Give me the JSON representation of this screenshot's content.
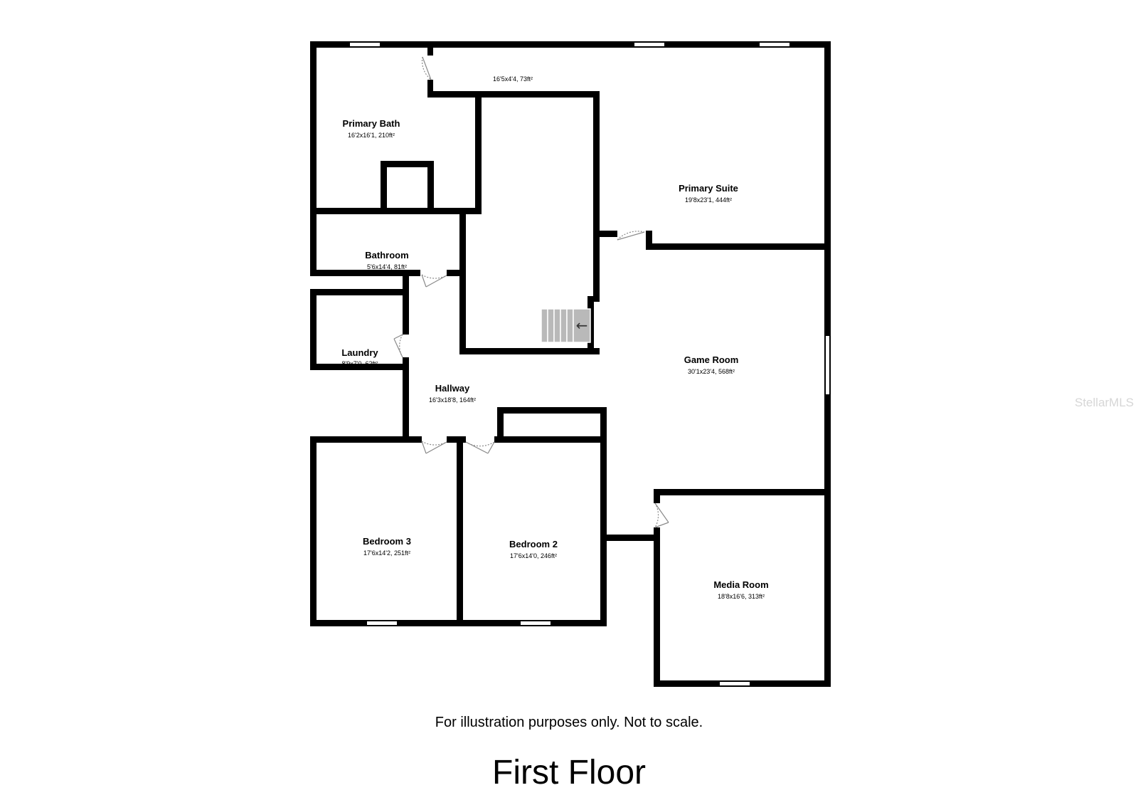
{
  "plan": {
    "rooms": [
      {
        "id": "closet",
        "name": "",
        "dims": "16'5x4'4, 73ft²"
      },
      {
        "id": "primary-bath",
        "name": "Primary Bath",
        "dims": "16'2x16'1, 210ft²"
      },
      {
        "id": "primary-suite",
        "name": "Primary Suite",
        "dims": "19'8x23'1, 444ft²"
      },
      {
        "id": "bathroom",
        "name": "Bathroom",
        "dims": "5'6x14'4, 81ft²"
      },
      {
        "id": "laundry",
        "name": "Laundry",
        "dims": "8'9x7'0, 62ft²"
      },
      {
        "id": "game-room",
        "name": "Game Room",
        "dims": "30'1x23'4, 568ft²"
      },
      {
        "id": "hallway",
        "name": "Hallway",
        "dims": "16'3x18'8, 164ft²"
      },
      {
        "id": "bedroom-3",
        "name": "Bedroom 3",
        "dims": "17'6x14'2, 251ft²"
      },
      {
        "id": "bedroom-2",
        "name": "Bedroom 2",
        "dims": "17'6x14'0, 246ft²"
      },
      {
        "id": "media-room",
        "name": "Media Room",
        "dims": "18'8x16'6, 313ft²"
      }
    ],
    "stairs_arrow": "←",
    "watermark": "StellarMLS"
  },
  "disclaimer": "For illustration purposes only. Not to scale.",
  "floor_title": "First Floor"
}
